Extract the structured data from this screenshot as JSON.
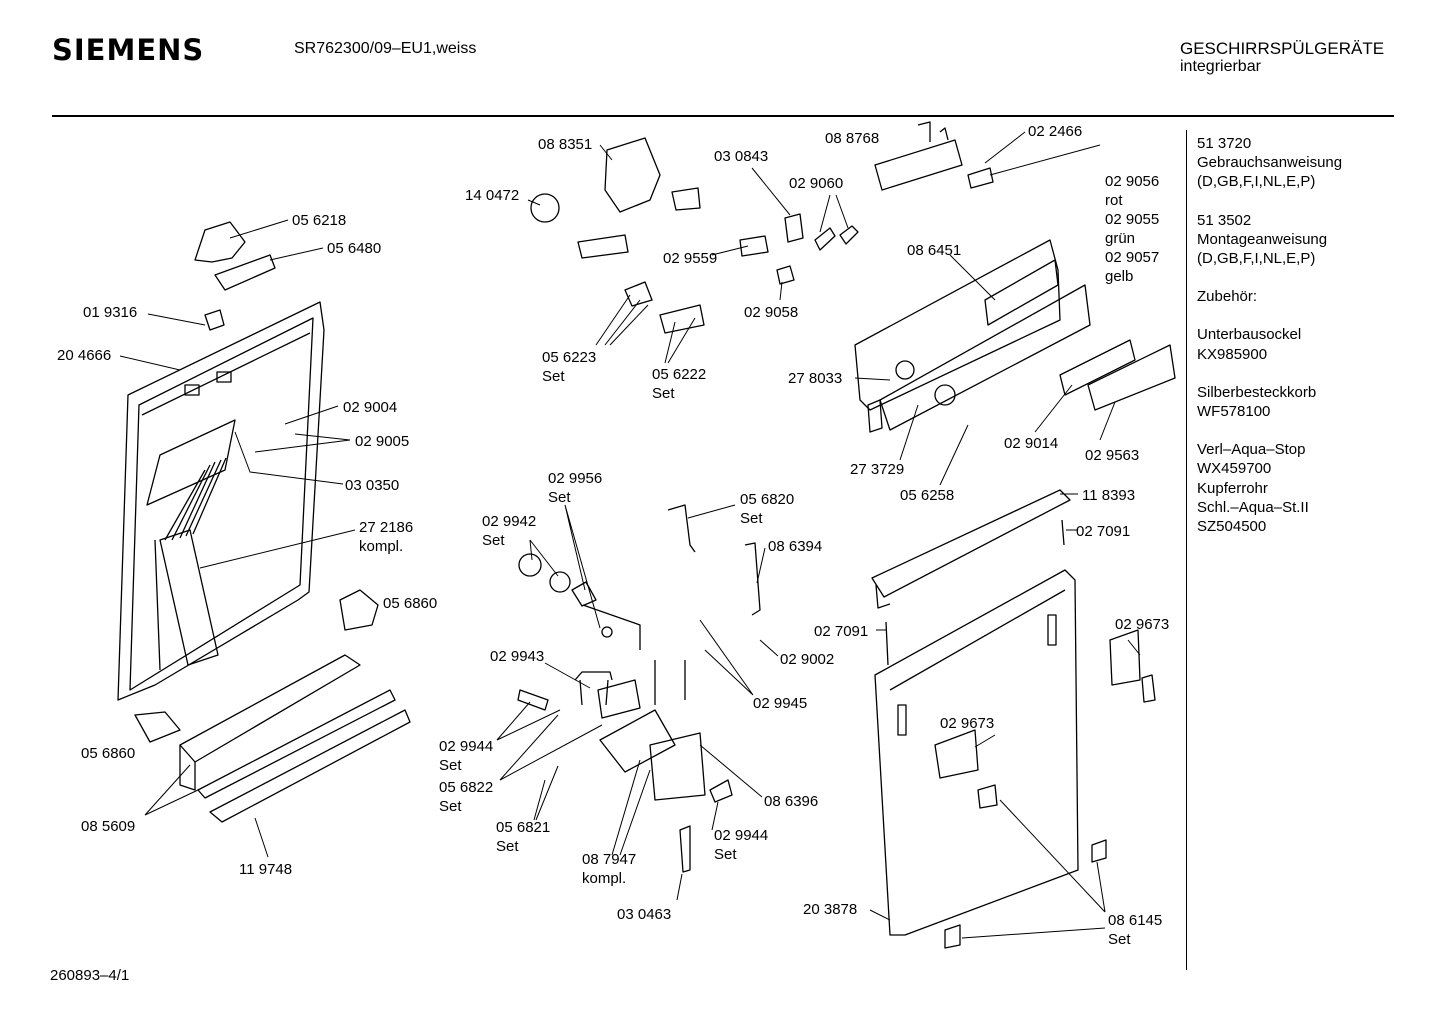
{
  "header": {
    "brand": "SIEMENS",
    "model": "SR762300/09–EU1,weiss",
    "category_line1": "GESCHIRRSPÜLGERÄTE",
    "category_line2": "integrierbar"
  },
  "footer": {
    "code": "260893–4/1"
  },
  "part_labels": [
    {
      "id": "p01",
      "lines": [
        "08 8351"
      ]
    },
    {
      "id": "p02",
      "lines": [
        "14 0472"
      ]
    },
    {
      "id": "p03",
      "lines": [
        "03 0843"
      ]
    },
    {
      "id": "p04",
      "lines": [
        "08 8768"
      ]
    },
    {
      "id": "p05",
      "lines": [
        "02 2466"
      ]
    },
    {
      "id": "p06",
      "lines": [
        "02 9056",
        "rot",
        "02 9055",
        "grün",
        "02 9057",
        "gelb"
      ]
    },
    {
      "id": "p07",
      "lines": [
        "02 9060"
      ]
    },
    {
      "id": "p08",
      "lines": [
        "02 9559"
      ]
    },
    {
      "id": "p09",
      "lines": [
        "02 9058"
      ]
    },
    {
      "id": "p10",
      "lines": [
        "05 6218"
      ]
    },
    {
      "id": "p11",
      "lines": [
        "05 6480"
      ]
    },
    {
      "id": "p12",
      "lines": [
        "01 9316"
      ]
    },
    {
      "id": "p13",
      "lines": [
        "20 4666"
      ]
    },
    {
      "id": "p14",
      "lines": [
        "05 6223",
        "Set"
      ]
    },
    {
      "id": "p15",
      "lines": [
        "05 6222",
        "Set"
      ]
    },
    {
      "id": "p16",
      "lines": [
        "08 6451"
      ]
    },
    {
      "id": "p17",
      "lines": [
        "27 8033"
      ]
    },
    {
      "id": "p18",
      "lines": [
        "02 9004"
      ]
    },
    {
      "id": "p19",
      "lines": [
        "02 9005"
      ]
    },
    {
      "id": "p20",
      "lines": [
        "03 0350"
      ]
    },
    {
      "id": "p21",
      "lines": [
        "02 9014"
      ]
    },
    {
      "id": "p22",
      "lines": [
        "02 9563"
      ]
    },
    {
      "id": "p23",
      "lines": [
        "27 3729"
      ]
    },
    {
      "id": "p24",
      "lines": [
        "05 6258"
      ]
    },
    {
      "id": "p25",
      "lines": [
        "02 9956",
        "Set"
      ]
    },
    {
      "id": "p26",
      "lines": [
        "05 6820",
        "Set"
      ]
    },
    {
      "id": "p27",
      "lines": [
        "11 8393"
      ]
    },
    {
      "id": "p28",
      "lines": [
        "02 9942",
        "Set"
      ]
    },
    {
      "id": "p29",
      "lines": [
        "27 2186",
        "kompl."
      ]
    },
    {
      "id": "p30",
      "lines": [
        "02 7091"
      ]
    },
    {
      "id": "p31",
      "lines": [
        "08 6394"
      ]
    },
    {
      "id": "p32",
      "lines": [
        "05 6860"
      ]
    },
    {
      "id": "p33",
      "lines": [
        "02 7091"
      ]
    },
    {
      "id": "p34",
      "lines": [
        "02 9673"
      ]
    },
    {
      "id": "p35",
      "lines": [
        "02 9002"
      ]
    },
    {
      "id": "p36",
      "lines": [
        "02 9943"
      ]
    },
    {
      "id": "p37",
      "lines": [
        "02 9945"
      ]
    },
    {
      "id": "p38",
      "lines": [
        "02 9673"
      ]
    },
    {
      "id": "p39",
      "lines": [
        "02 9944",
        "Set"
      ]
    },
    {
      "id": "p40",
      "lines": [
        "05 6860"
      ]
    },
    {
      "id": "p41",
      "lines": [
        "05 6822",
        "Set"
      ]
    },
    {
      "id": "p42",
      "lines": [
        "08 6396"
      ]
    },
    {
      "id": "p43",
      "lines": [
        "08 5609"
      ]
    },
    {
      "id": "p44",
      "lines": [
        "05 6821",
        "Set"
      ]
    },
    {
      "id": "p45",
      "lines": [
        "02 9944",
        "Set"
      ]
    },
    {
      "id": "p46",
      "lines": [
        "08 7947",
        "kompl."
      ]
    },
    {
      "id": "p47",
      "lines": [
        "11 9748"
      ]
    },
    {
      "id": "p48",
      "lines": [
        "20 3878"
      ]
    },
    {
      "id": "p49",
      "lines": [
        "08 6145",
        "Set"
      ]
    },
    {
      "id": "p50",
      "lines": [
        "03 0463"
      ]
    }
  ],
  "sidebar": {
    "groups": [
      {
        "lines": [
          "51 3720",
          "Gebrauchsanweisung",
          "(D,GB,F,I,NL,E,P)"
        ]
      },
      {
        "lines": [
          "51 3502",
          "Montageanweisung",
          "(D,GB,F,I,NL,E,P)"
        ]
      },
      {
        "lines": [
          "Zubehör:"
        ]
      },
      {
        "lines": [
          "Unterbausockel",
          "KX985900"
        ]
      },
      {
        "lines": [
          "Silberbesteckkorb",
          "WF578100"
        ]
      },
      {
        "lines": [
          "Verl–Aqua–Stop",
          "WX459700",
          "Kupferrohr",
          "Schl.–Aqua–St.II",
          "SZ504500"
        ]
      }
    ]
  }
}
